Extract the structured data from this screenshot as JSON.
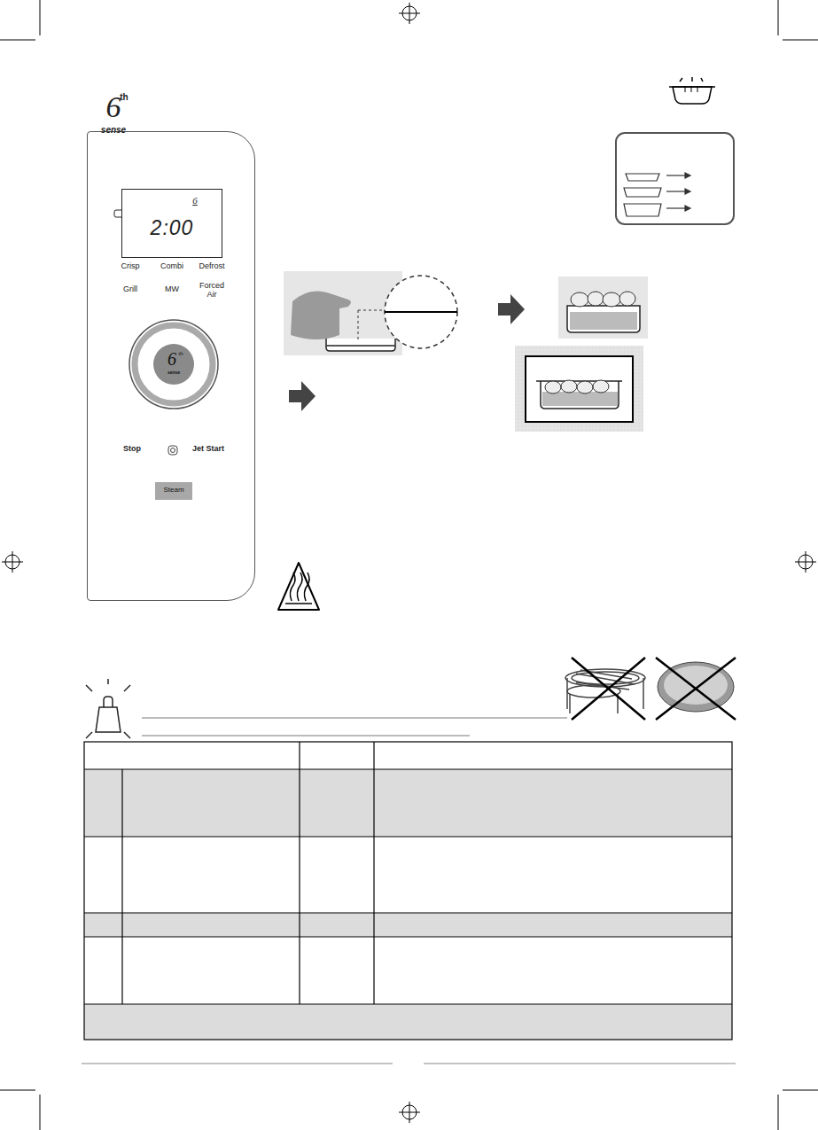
{
  "diagram": {
    "nodes": [
      {
        "text": [
          "Crisp",
          "Combi",
          "Defrost",
          "Grill",
          "MW",
          "Forced Air",
          "Stop",
          "Jet Start"
        ]
      },
      {
        "text": [
          "6",
          "2:00"
        ],
        "in": 0
      },
      {
        "text": [
          "6",
          "th",
          "sense"
        ],
        "in": 0
      },
      {
        "text": [
          "Steam"
        ],
        "in": 0
      }
    ],
    "labels": [
      "6",
      "th",
      "sense"
    ]
  }
}
